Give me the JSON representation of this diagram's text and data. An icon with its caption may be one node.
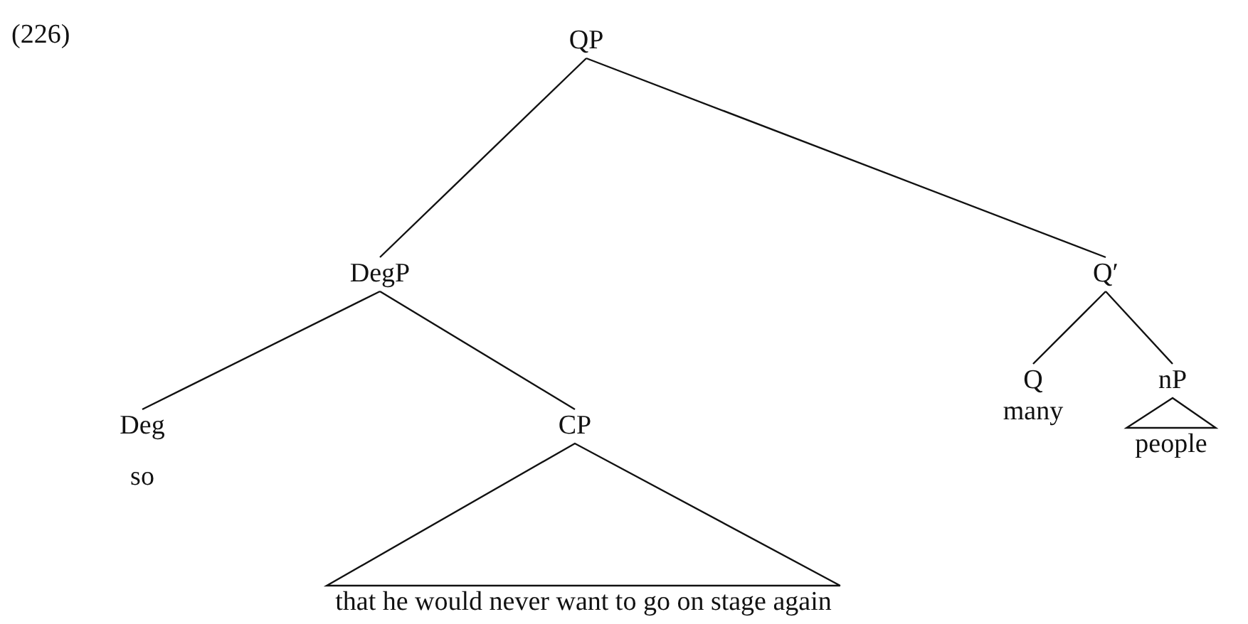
{
  "diagram": {
    "nodes": [
      {
        "text": [
          "QP"
        ]
      },
      {
        "text": [
          "DegP"
        ]
      },
      {
        "text": [
          "Q′"
        ]
      },
      {
        "text": [
          "Deg",
          "so"
        ]
      },
      {
        "text": [
          "CP"
        ]
      },
      {
        "text": [
          "Q",
          "many"
        ]
      },
      {
        "text": [
          "nP"
        ]
      },
      {
        "text": [
          "that he would never want to go on stage again"
        ]
      },
      {
        "text": [
          "people"
        ]
      }
    ],
    "edges": [
      {
        "from": 0,
        "to": 1,
        "arrow": "none"
      },
      {
        "from": 0,
        "to": 2,
        "arrow": "none"
      },
      {
        "from": 1,
        "to": 3,
        "arrow": "none"
      },
      {
        "from": 1,
        "to": 4,
        "arrow": "none"
      },
      {
        "from": 2,
        "to": 5,
        "arrow": "none"
      },
      {
        "from": 2,
        "to": 6,
        "arrow": "none"
      },
      {
        "from": 4,
        "to": 7,
        "arrow": "none"
      },
      {
        "from": 6,
        "to": 8,
        "arrow": "none"
      }
    ],
    "labels": [
      "(226)"
    ]
  }
}
